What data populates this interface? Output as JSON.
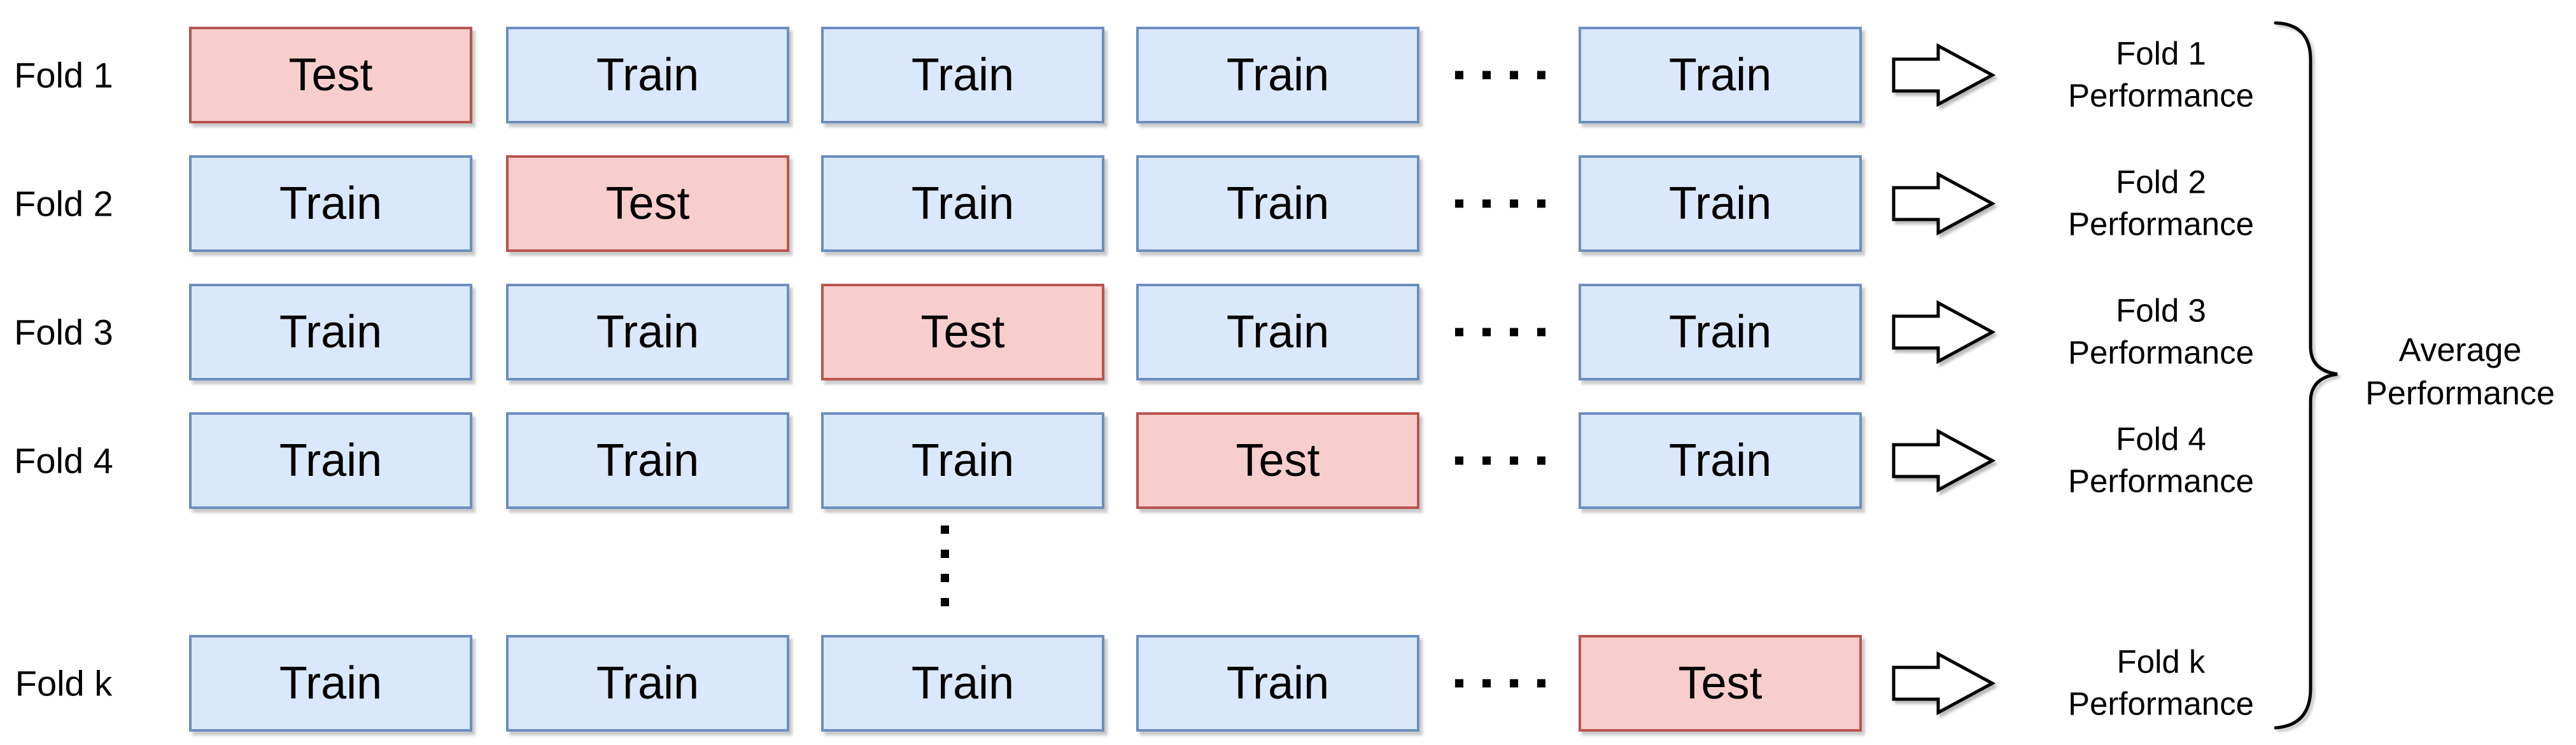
{
  "diagram": {
    "kind": "k-fold cross-validation",
    "colors": {
      "train_fill": "#dae8fc",
      "train_border": "#6c8ebf",
      "test_fill": "#f8cecc",
      "test_border": "#b85450",
      "text": "#000000",
      "background": "#ffffff"
    },
    "ellipsis_horizontal_dots": 4,
    "ellipsis_vertical_dots": 4,
    "rows": [
      {
        "label": "Fold 1",
        "boxes": [
          {
            "label": "Test",
            "type": "test"
          },
          {
            "label": "Train",
            "type": "train"
          },
          {
            "label": "Train",
            "type": "train"
          },
          {
            "label": "Train",
            "type": "train"
          },
          {
            "label": "Train",
            "type": "train"
          }
        ],
        "performance": {
          "line1": "Fold 1",
          "line2": "Performance"
        }
      },
      {
        "label": "Fold 2",
        "boxes": [
          {
            "label": "Train",
            "type": "train"
          },
          {
            "label": "Test",
            "type": "test"
          },
          {
            "label": "Train",
            "type": "train"
          },
          {
            "label": "Train",
            "type": "train"
          },
          {
            "label": "Train",
            "type": "train"
          }
        ],
        "performance": {
          "line1": "Fold 2",
          "line2": "Performance"
        }
      },
      {
        "label": "Fold 3",
        "boxes": [
          {
            "label": "Train",
            "type": "train"
          },
          {
            "label": "Train",
            "type": "train"
          },
          {
            "label": "Test",
            "type": "test"
          },
          {
            "label": "Train",
            "type": "train"
          },
          {
            "label": "Train",
            "type": "train"
          }
        ],
        "performance": {
          "line1": "Fold 3",
          "line2": "Performance"
        }
      },
      {
        "label": "Fold 4",
        "boxes": [
          {
            "label": "Train",
            "type": "train"
          },
          {
            "label": "Train",
            "type": "train"
          },
          {
            "label": "Train",
            "type": "train"
          },
          {
            "label": "Test",
            "type": "test"
          },
          {
            "label": "Train",
            "type": "train"
          }
        ],
        "performance": {
          "line1": "Fold 4",
          "line2": "Performance"
        }
      },
      {
        "label": "Fold k",
        "boxes": [
          {
            "label": "Train",
            "type": "train"
          },
          {
            "label": "Train",
            "type": "train"
          },
          {
            "label": "Train",
            "type": "train"
          },
          {
            "label": "Train",
            "type": "train"
          },
          {
            "label": "Test",
            "type": "test"
          }
        ],
        "performance": {
          "line1": "Fold k",
          "line2": "Performance"
        }
      }
    ],
    "average": {
      "line1": "Average",
      "line2": "Performance"
    }
  }
}
